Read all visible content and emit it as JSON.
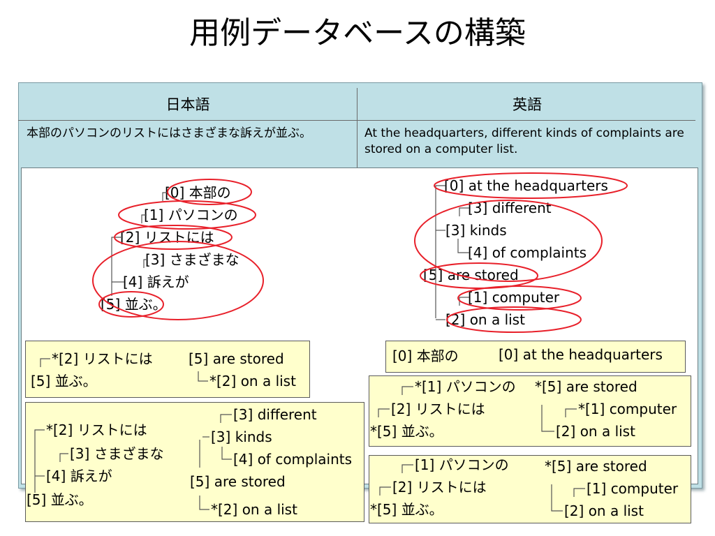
{
  "title": "用例データベースの構築",
  "table": {
    "header_ja": "日本語",
    "header_en": "英語",
    "sentence_ja": "本部のパソコンのリストにはさまざまな訴えが並ぶ。",
    "sentence_en": "At the headquarters, different kinds of complaints are stored on a computer list."
  },
  "tree_ja": [
    "[0] 本部の",
    "[1] パソコンの",
    "[2] リストには",
    "[3] さまざまな",
    "[4] 訴えが",
    "[5] 並ぶ。"
  ],
  "tree_en": [
    "[0] at the headquarters",
    "[3] different",
    "[3] kinds",
    "[4] of complaints",
    "[5] are stored",
    "[1] computer",
    "[2] on a list"
  ],
  "examples": {
    "ex1": {
      "ja": [
        "*[2] リストには",
        "[5] 並ぶ。"
      ],
      "en": [
        "[5] are stored",
        "*[2] on a list"
      ]
    },
    "ex2": {
      "ja": [
        "[0] 本部の"
      ],
      "en": [
        "[0] at the headquarters"
      ]
    },
    "ex3": {
      "ja": [
        "*[1] パソコンの",
        "[2] リストには",
        "*[5] 並ぶ。"
      ],
      "en": [
        "*[5] are stored",
        "*[1] computer",
        "[2] on a list"
      ]
    },
    "ex4": {
      "ja": [
        "*[2] リストには",
        "[3] さまざまな",
        "[4] 訴えが",
        "[5] 並ぶ。"
      ],
      "en": [
        "[3] different",
        "[3] kinds",
        "[4] of complaints",
        "[5] are stored",
        "*[2] on a list"
      ]
    },
    "ex5": {
      "ja": [
        "[1] パソコンの",
        "[2] リストには",
        "*[5] 並ぶ。"
      ],
      "en": [
        "*[5] are stored",
        "[1] computer",
        "[2] on a list"
      ]
    }
  },
  "colors": {
    "table_bg": "#bfe0e6",
    "example_bg": "#ffffcc",
    "ellipse": "#e8202a",
    "tree_line": "#555555"
  }
}
